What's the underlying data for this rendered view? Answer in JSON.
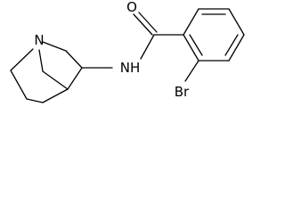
{
  "molecule": {
    "atom_labels": {
      "nitrogen_ring": "N",
      "amide_nh": "NH",
      "oxygen": "O",
      "bromine": "Br"
    },
    "colors": {
      "bond": "#000000",
      "label": "#000000",
      "background": "#ffffff"
    }
  }
}
